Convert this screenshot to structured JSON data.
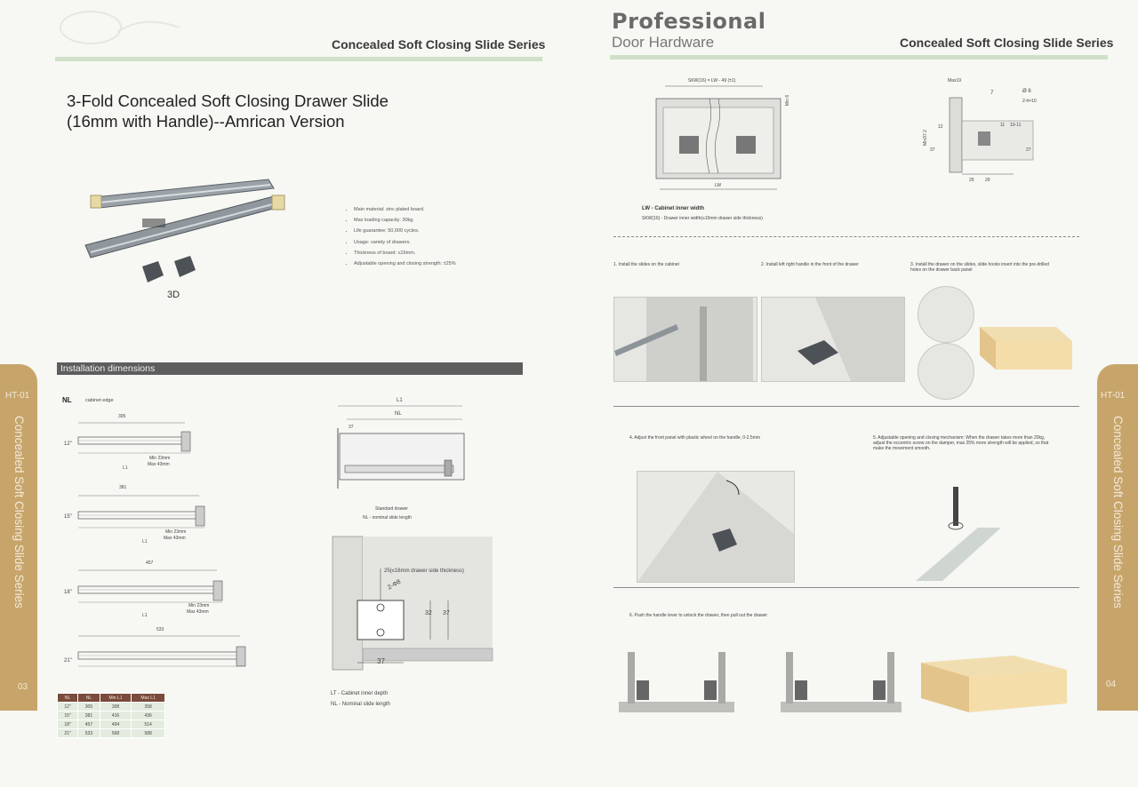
{
  "header": {
    "series_left": "Concealed Soft Closing Slide Series",
    "series_right": "Concealed Soft Closing Slide Series",
    "brand_top": "Professional",
    "brand_bottom": "Door Hardware"
  },
  "product": {
    "title_line1": "3-Fold Concealed Soft Closing Drawer Slide",
    "title_line2": "(16mm with Handle)--Amrican Version",
    "label_3d": "3D",
    "specs": [
      "Main material: zinc plated board.",
      "Max loading capacity: 30kg.",
      "Life guarantee: 50,000 cycles.",
      "Usage: variety of drawers.",
      "Thickness of board: ≤16mm.",
      "Adjustable opening and closing strength: ±25%"
    ]
  },
  "install": {
    "bar_label": "Installation dimensions",
    "nl_label": "NL",
    "cabinet_edge": "cabinet edge",
    "sizes": [
      "12\"",
      "15\"",
      "18\"",
      "21\""
    ],
    "top_dims": [
      "305",
      "381",
      "457",
      "533"
    ],
    "l1_label": "L1",
    "min_label_12": "Min 23mm",
    "max_label_12": "Max 43mm",
    "min_label_15": "Min 23mm",
    "max_label_15": "Max 43mm",
    "min_label_18": "Min 23mm",
    "max_label_18": "Max 43mm",
    "drawer_l1": "L1",
    "drawer_nl": "NL",
    "drawer_37": "37",
    "standard_drawer": "Standard drawer",
    "nl_nominal": "NL  - nominal slide length",
    "side_thickness": "25(≤16mm drawer side thickness)",
    "hole_label": "2-Φ8",
    "dim_32": "32",
    "dim_37": "37",
    "dim_37b": "37",
    "legend_lt": "LT - Cabinet inner depth",
    "legend_nl": "NL - Nominal slide length"
  },
  "dims_table": {
    "headers": [
      "NL",
      "NL",
      "Min L1",
      "Max L1"
    ],
    "rows": [
      [
        "12\"",
        "305",
        "308",
        "358"
      ],
      [
        "15\"",
        "381",
        "416",
        "436"
      ],
      [
        "18\"",
        "457",
        "494",
        "514"
      ],
      [
        "21\"",
        "533",
        "568",
        "588"
      ]
    ]
  },
  "right_top": {
    "skw_formula": "SKW(16) = LW - 49 (±1)",
    "min6": "Min 6",
    "lw": "LW",
    "lw_caption": "LW - Cabinet inner width",
    "skw_caption": "SKW(16) - Drawer inner width(≤16mm drawer side thickness)",
    "max19": "Max19",
    "dim_7": "7",
    "phi6": "Ø 6",
    "h10": "2-h=10",
    "dim_12": "12",
    "dim_11": "11",
    "dim_10_11": "10-11",
    "dim_27": "27",
    "dim_37": "37",
    "min372": "Min37.2",
    "dim_25": "25",
    "dim_29": "29"
  },
  "steps": {
    "s1": "1. Install the slides on the cabinet",
    "s2": "2. Install left right handle in the front of the drawer",
    "s3": "3. Install the drawer on the slides, slide hooks insert into the pre-drilled holes on the drawer back panel",
    "s4": "4. Adjust the front panel with plastic wheel on the handle, 0-2.5mm",
    "s5": "5. Adjustable opening and closing mechanism: When the drawer takes more than 20kg, adjust the eccentric screw on the damper, max 25% more strength will be applied, so that make the movement smooth.",
    "s6": "6. Push the handle lever to unlock the drawer, then pull out the drawer"
  },
  "tabs": {
    "left_code": "HT-01",
    "right_code": "HT-01",
    "left_text": "Concealed Soft Closing Slide Series",
    "right_text": "Concealed Soft Closing Slide Series",
    "left_page": "03",
    "right_page": "04"
  },
  "colors": {
    "tab": "#c7a56a",
    "green_rule": "#cfe0c8",
    "table_header": "#7a4a3a",
    "table_row": "#e3ecdf",
    "install_bar": "#5d5d5d"
  }
}
